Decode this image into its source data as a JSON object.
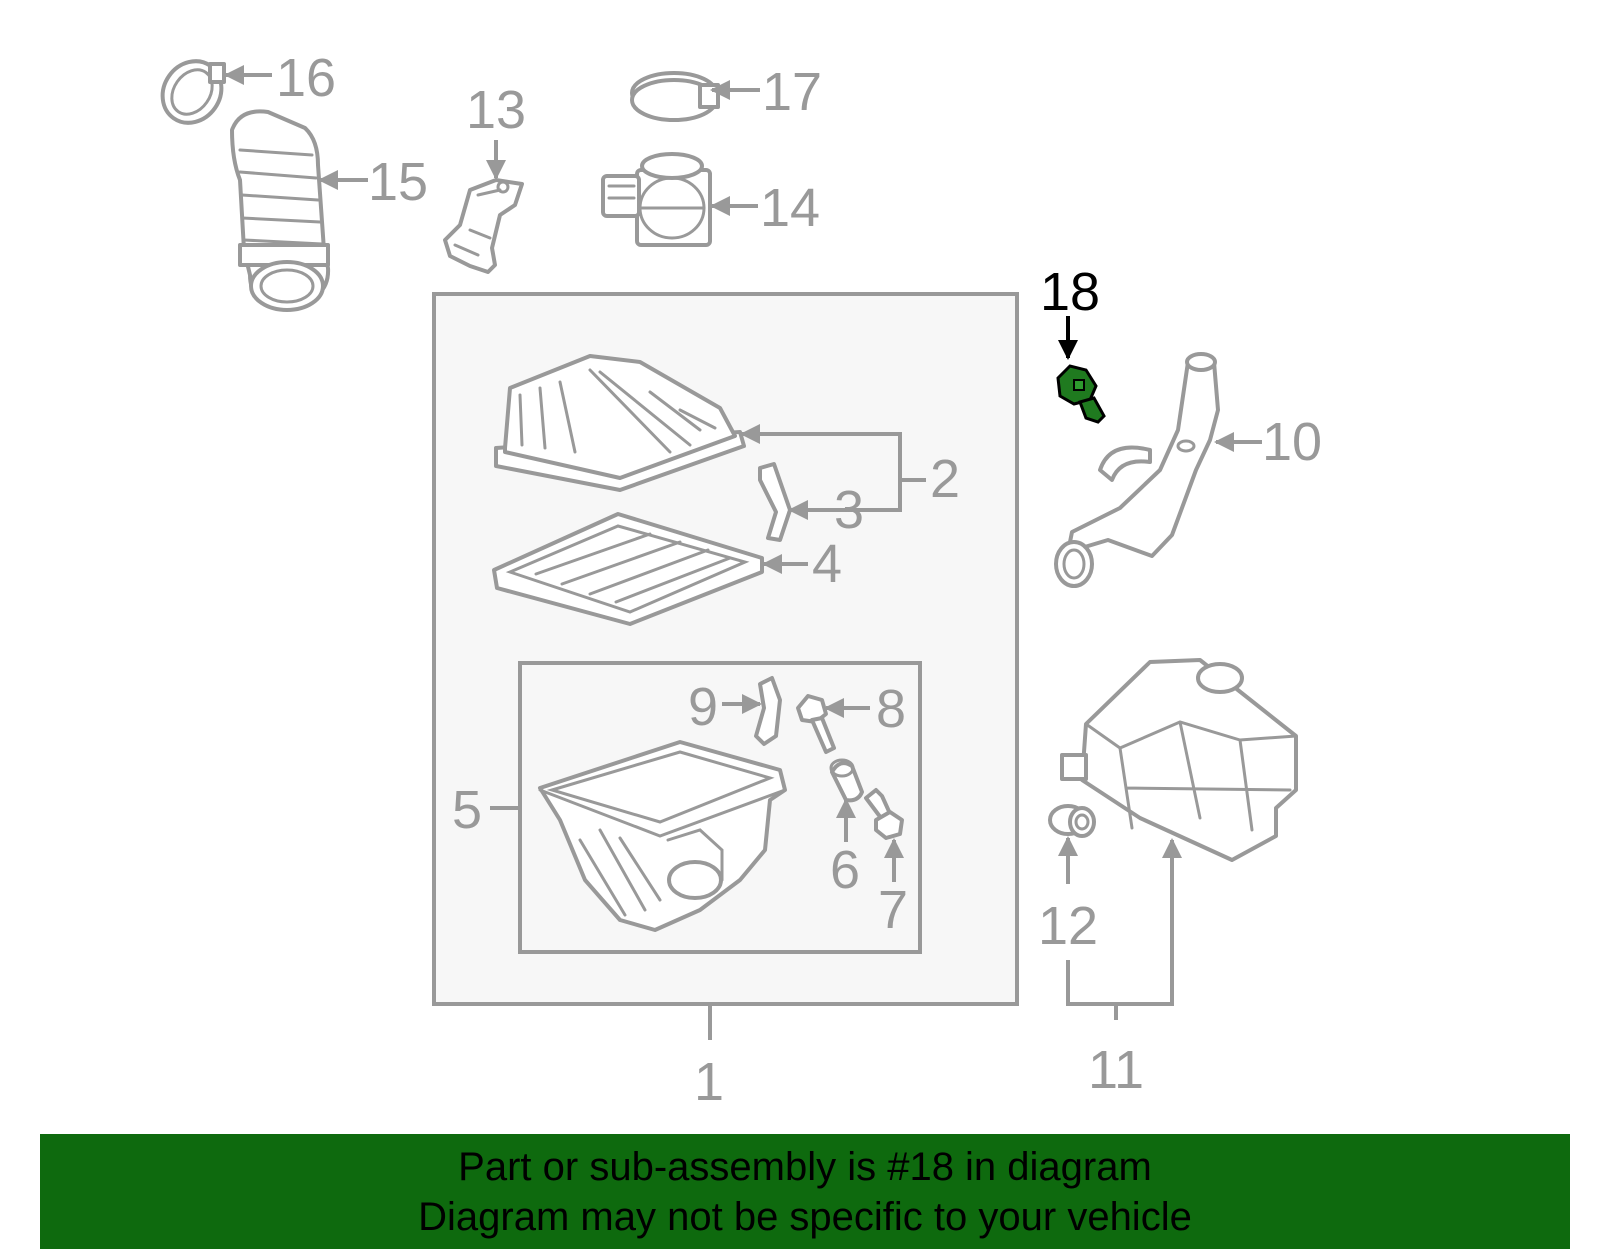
{
  "callouts": {
    "c1": "1",
    "c2": "2",
    "c3": "3",
    "c4": "4",
    "c5": "5",
    "c6": "6",
    "c7": "7",
    "c8": "8",
    "c9": "9",
    "c10": "10",
    "c11": "11",
    "c12": "12",
    "c13": "13",
    "c14": "14",
    "c15": "15",
    "c16": "16",
    "c17": "17",
    "c18": "18"
  },
  "highlighted_part": "18",
  "colors": {
    "part_stroke": "#999999",
    "highlight": "#1f7a1f",
    "banner": "#0e6a0e",
    "panel": "#f7f7f7"
  },
  "banner": {
    "line1": "Part or sub-assembly is #18 in diagram",
    "line2": "Diagram may not be specific to your vehicle"
  }
}
